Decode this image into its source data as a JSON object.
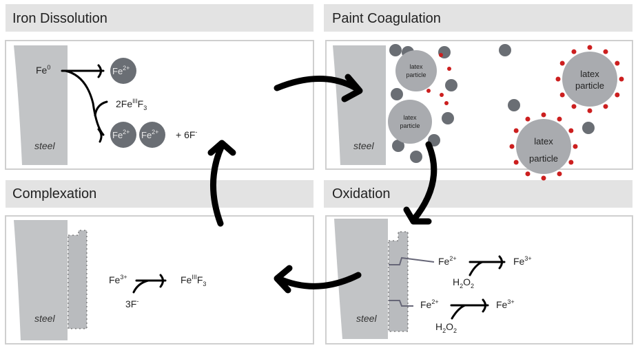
{
  "panels": {
    "iron_dissolution": {
      "title": "Iron Dissolution"
    },
    "paint_coagulation": {
      "title": "Paint Coagulation"
    },
    "complexation": {
      "title": "Complexation"
    },
    "oxidation": {
      "title": "Oxidation"
    }
  },
  "labels": {
    "steel": "steel",
    "fe": "Fe",
    "sup_0": "0",
    "sup_2plus": "2+",
    "sup_3plus": "3+",
    "sup_iii": "III",
    "sup_minus": "-",
    "sub_2": "2",
    "sub_3": "3",
    "reagent_2fef3": "2Fe",
    "f": "F",
    "plus_6f": "+ 6F",
    "three_f": "3F",
    "h": "H",
    "o": "O",
    "latex_line1": "latex",
    "latex_line2": "particle"
  },
  "colors": {
    "panel_header": "#e3e3e3",
    "steel": "#c2c4c6",
    "iron_ion": "#6a6e74",
    "latex_particle": "#a9abaf",
    "surface_charge": "#cc1f1f"
  }
}
